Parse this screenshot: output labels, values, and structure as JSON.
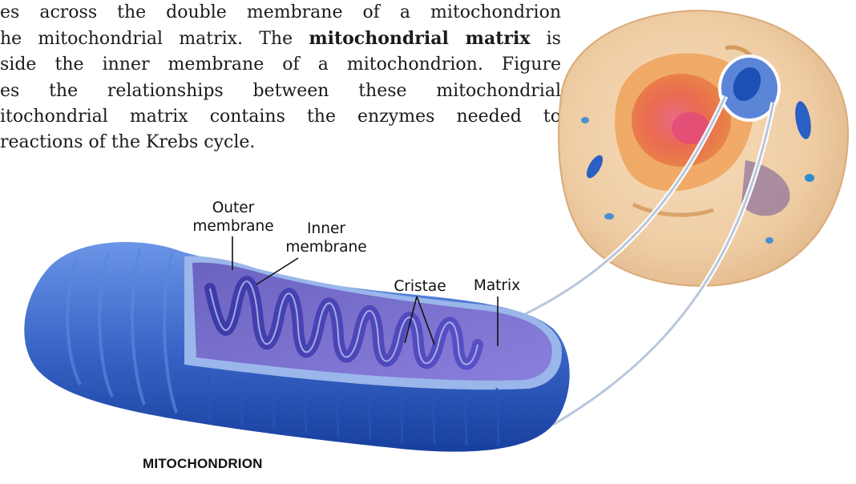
{
  "text": {
    "line1": "es across the double membrane of a mitochondrion",
    "line2_a": "he mitochondrial matrix. The ",
    "line2_b": "mitochondrial matrix",
    "line2_c": " is",
    "line3": "side the inner membrane of a mitochondrion. Figure",
    "line4": "es the relationships between these mitochondrial",
    "line5": "itochondrial matrix contains the enzymes needed to",
    "line6": "reactions of the Krebs cycle."
  },
  "labels": {
    "outer_1": "Outer",
    "outer_2": "membrane",
    "inner_1": "Inner",
    "inner_2": "membrane",
    "cristae": "Cristae",
    "matrix": "Matrix",
    "caption": "MITOCHONDRION"
  },
  "colors": {
    "mito_dark": "#173f9e",
    "mito_mid": "#3f6cd0",
    "mito_light": "#7aa4ee",
    "matrix": "#7d6fcf",
    "cell_body": "#f2cfa3",
    "nucleus": "#e8604a"
  }
}
